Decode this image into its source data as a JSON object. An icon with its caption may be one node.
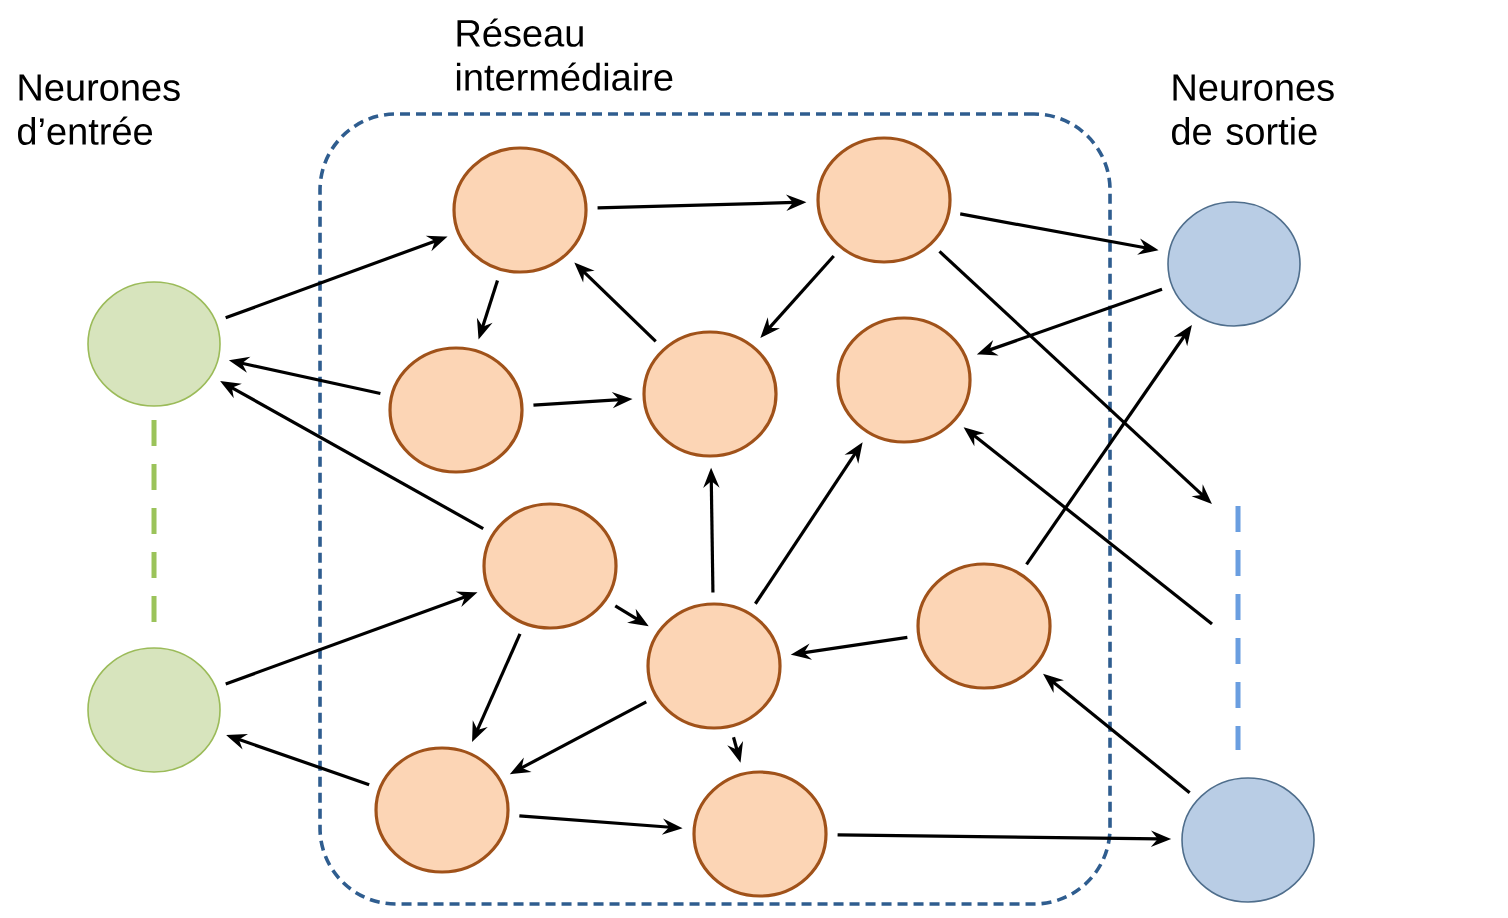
{
  "diagram": {
    "nodes": [
      {
        "text": [
          "Réseau intermédiaire"
        ]
      },
      {
        "text": [],
        "shape": "circle"
      },
      {
        "text": [],
        "shape": "circle"
      },
      {
        "text": [],
        "shape": "circle",
        "in": 0
      },
      {
        "text": [],
        "shape": "circle",
        "in": 0
      },
      {
        "text": [],
        "shape": "circle",
        "in": 0
      },
      {
        "text": [],
        "shape": "circle",
        "in": 0
      },
      {
        "text": [],
        "shape": "circle",
        "in": 0
      },
      {
        "text": [],
        "shape": "circle",
        "in": 0
      },
      {
        "text": [],
        "shape": "circle",
        "in": 0
      },
      {
        "text": [],
        "shape": "circle",
        "in": 0
      },
      {
        "text": [],
        "shape": "circle",
        "in": 0
      },
      {
        "text": [],
        "shape": "circle",
        "in": 0
      },
      {
        "text": [],
        "shape": "circle"
      },
      {
        "text": [],
        "shape": "circle"
      }
    ],
    "edges": [
      {
        "from": 1,
        "to": 3,
        "arrow": "to"
      },
      {
        "from": 5,
        "to": 1,
        "arrow": "to"
      },
      {
        "from": 8,
        "to": 1,
        "arrow": "to"
      },
      {
        "from": 2,
        "to": 8,
        "arrow": "to"
      },
      {
        "from": 11,
        "to": 2,
        "arrow": "to"
      },
      {
        "from": 3,
        "to": 5,
        "arrow": "to"
      },
      {
        "from": 3,
        "to": 4,
        "arrow": "to"
      },
      {
        "from": 6,
        "to": 3,
        "arrow": "to"
      },
      {
        "from": 4,
        "to": 6,
        "arrow": "to"
      },
      {
        "from": 5,
        "to": 6,
        "arrow": "to"
      },
      {
        "from": 4,
        "to": 13,
        "arrow": "to"
      },
      {
        "from": 4,
        "to": null,
        "arrow": "to"
      },
      {
        "from": 13,
        "to": 7,
        "arrow": "to"
      },
      {
        "from": 10,
        "to": 13,
        "arrow": "to"
      },
      {
        "from": null,
        "to": 7,
        "arrow": "to"
      },
      {
        "from": 9,
        "to": 6,
        "arrow": "to"
      },
      {
        "from": 9,
        "to": 7,
        "arrow": "to"
      },
      {
        "from": 8,
        "to": 9,
        "arrow": "to"
      },
      {
        "from": 8,
        "to": 11,
        "arrow": "to"
      },
      {
        "from": 9,
        "to": 11,
        "arrow": "to"
      },
      {
        "from": 9,
        "to": 12,
        "arrow": "to"
      },
      {
        "from": 10,
        "to": 9,
        "arrow": "to"
      },
      {
        "from": 14,
        "to": 10,
        "arrow": "to"
      },
      {
        "from": 11,
        "to": 12,
        "arrow": "to"
      },
      {
        "from": 12,
        "to": 14,
        "arrow": "to"
      }
    ],
    "labels": [
      "Neurones d’entrée",
      "Neurones de sortie"
    ]
  }
}
